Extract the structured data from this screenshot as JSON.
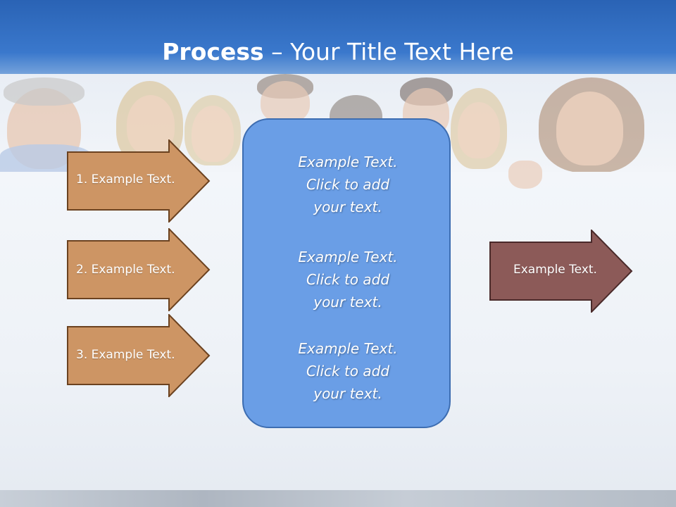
{
  "slide": {
    "title_bold": "Process",
    "title_rest": " – Your Title Text Here"
  },
  "inputs": [
    {
      "label": "1. Example Text."
    },
    {
      "label": "2. Example Text."
    },
    {
      "label": "3. Example Text."
    }
  ],
  "center_box": {
    "blocks": [
      {
        "line1": "Example Text.",
        "line2": "Click  to add",
        "line3": "your text."
      },
      {
        "line1": "Example Text.",
        "line2": "Click  to add",
        "line3": "your text."
      },
      {
        "line1": "Example Text.",
        "line2": "Click  to add",
        "line3": "your text."
      }
    ]
  },
  "output": {
    "label": "Example Text."
  },
  "colors": {
    "header": "#2a63b5",
    "input_arrow_fill": "#cd9564",
    "input_arrow_stroke": "#6b4220",
    "center_fill": "#6a9ee6",
    "center_stroke": "#3d6db1",
    "output_arrow_fill": "#8c5a58",
    "output_arrow_stroke": "#4a2a2a"
  }
}
